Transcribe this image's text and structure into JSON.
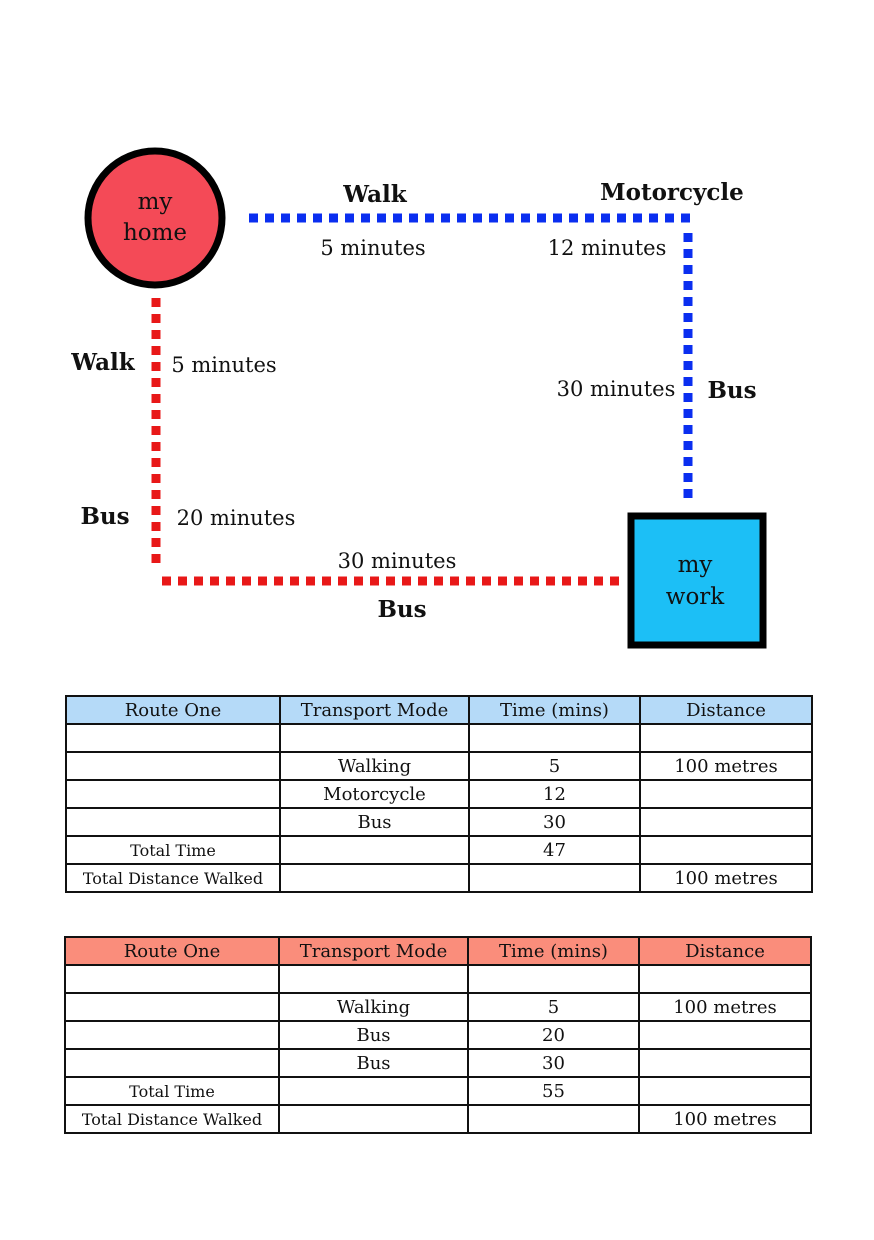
{
  "colors": {
    "route_one_line": "#0a2ef0",
    "route_two_line": "#e81818",
    "home_fill": "#f44a57",
    "work_fill": "#1cbff6",
    "table1_header": "#b5daf8",
    "table2_header": "#fa8d7b"
  },
  "nodes": {
    "home": [
      "my",
      "home"
    ],
    "work": [
      "my",
      "work"
    ]
  },
  "route_one": {
    "seg1_mode": "Walk",
    "seg1_time": "5 minutes",
    "seg2_mode": "Motorcycle",
    "seg2_time": "12 minutes",
    "seg3_time": "30 minutes",
    "seg3_mode": "Bus"
  },
  "route_two": {
    "seg1_mode": "Walk",
    "seg1_time": "5 minutes",
    "seg2_mode": "Bus",
    "seg2_time": "20 minutes",
    "seg3_time": "30 minutes",
    "seg3_mode": "Bus"
  },
  "tables": [
    {
      "headers": [
        "Route One",
        "Transport Mode",
        "Time (mins)",
        "Distance"
      ],
      "rows": [
        [
          "",
          "",
          "",
          ""
        ],
        [
          "",
          "Walking",
          "5",
          "100 metres"
        ],
        [
          "",
          "Motorcycle",
          "12",
          ""
        ],
        [
          "",
          "Bus",
          "30",
          ""
        ],
        [
          "Total Time",
          "",
          "47",
          ""
        ],
        [
          "Total Distance Walked",
          "",
          "",
          "100 metres"
        ]
      ]
    },
    {
      "headers": [
        "Route One",
        "Transport Mode",
        "Time (mins)",
        "Distance"
      ],
      "rows": [
        [
          "",
          "",
          "",
          ""
        ],
        [
          "",
          "Walking",
          "5",
          "100 metres"
        ],
        [
          "",
          "Bus",
          "20",
          ""
        ],
        [
          "",
          "Bus",
          "30",
          ""
        ],
        [
          "Total Time",
          "",
          "55",
          ""
        ],
        [
          "Total Distance Walked",
          "",
          "",
          "100 metres"
        ]
      ]
    }
  ]
}
